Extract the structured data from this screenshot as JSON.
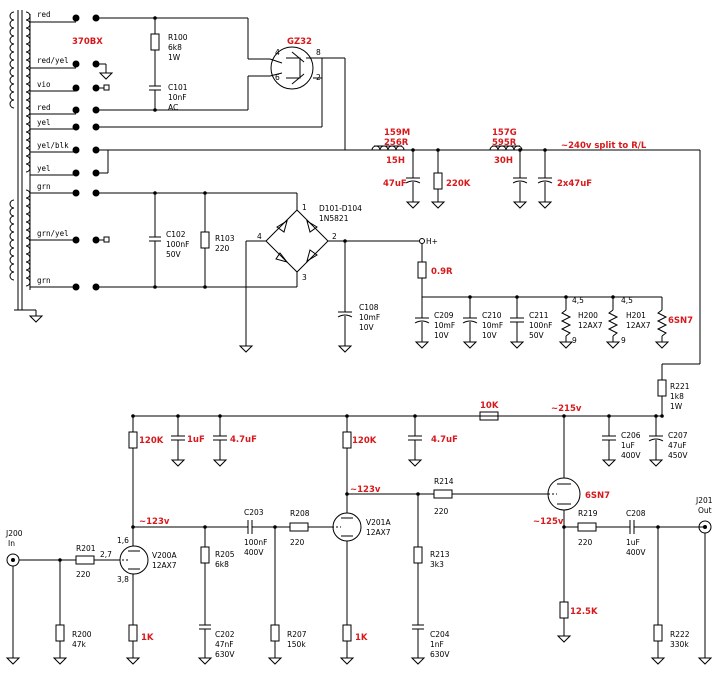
{
  "colors": {
    "annotation": "#d7191c",
    "wire": "#000000"
  },
  "transformer": {
    "name": "370BX",
    "taps": [
      "red",
      "red/yel",
      "vio",
      "red",
      "yel",
      "yel/blk",
      "yel",
      "grn",
      "grn/yel",
      "grn"
    ]
  },
  "rectifier_tube": {
    "name": "GZ32",
    "pins": [
      "4",
      "8",
      "6",
      "2"
    ]
  },
  "components": {
    "r100": {
      "ref": "R100",
      "v1": "6k8",
      "v2": "1W"
    },
    "c101": {
      "ref": "C101",
      "v1": "10nF",
      "v2": "AC"
    },
    "c102": {
      "ref": "C102",
      "v1": "100nF",
      "v2": "50V"
    },
    "r103": {
      "ref": "R103",
      "v1": "220"
    },
    "bridge": {
      "ref": "D101-D104",
      "v1": "1N5821",
      "p1": "1",
      "p2": "2",
      "p3": "3",
      "p4": "4"
    },
    "c108": {
      "ref": "C108",
      "v1": "10mF",
      "v2": "10V"
    },
    "c209": {
      "ref": "C209",
      "v1": "10mF",
      "v2": "10V"
    },
    "c210": {
      "ref": "C210",
      "v1": "10mF",
      "v2": "10V"
    },
    "c211": {
      "ref": "C211",
      "v1": "100nF",
      "v2": "50V"
    },
    "h200": {
      "ref": "H200",
      "v1": "12AX7",
      "top": "4,5",
      "bot": "9"
    },
    "h201": {
      "ref": "H201",
      "v1": "12AX7",
      "top": "4,5",
      "bot": "9"
    },
    "r221": {
      "ref": "R221",
      "v1": "1k8",
      "v2": "1W"
    },
    "c206": {
      "ref": "C206",
      "v1": "1uF",
      "v2": "400V"
    },
    "c207": {
      "ref": "C207",
      "v1": "47uF",
      "v2": "450V"
    },
    "j200": {
      "ref": "J200",
      "v1": "In"
    },
    "r201": {
      "ref": "R201",
      "v1": "220"
    },
    "r200": {
      "ref": "R200",
      "v1": "47k"
    },
    "v200": {
      "ref": "V200A",
      "v1": "12AX7",
      "pins_top": "1,6",
      "pins_grid": "2,7",
      "pins_bot": "3,8"
    },
    "c203": {
      "ref": "C203",
      "v1": "100nF",
      "v2": "400V"
    },
    "r205": {
      "ref": "R205",
      "v1": "6k8"
    },
    "c202": {
      "ref": "C202",
      "v1": "47nF",
      "v2": "630V"
    },
    "r208": {
      "ref": "R208",
      "v1": "220"
    },
    "r207": {
      "ref": "R207",
      "v1": "150k"
    },
    "v201": {
      "ref": "V201A",
      "v1": "12AX7"
    },
    "r214": {
      "ref": "R214",
      "v1": "220"
    },
    "r213": {
      "ref": "R213",
      "v1": "3k3"
    },
    "c204": {
      "ref": "C204",
      "v1": "1nF",
      "v2": "630V"
    },
    "r219": {
      "ref": "R219",
      "v1": "220"
    },
    "c208": {
      "ref": "C208",
      "v1": "1uF",
      "v2": "400V"
    },
    "r222": {
      "ref": "R222",
      "v1": "330k"
    },
    "j201": {
      "ref": "J201",
      "v1": "Out"
    },
    "hplus": {
      "label": "H+"
    }
  },
  "annotations": {
    "choke1": [
      "159M",
      "256R",
      "15H"
    ],
    "choke2": [
      "157G",
      "595R",
      "30H"
    ],
    "cap47": "47uF",
    "r220k": "220K",
    "cap2x47": "2x47uF",
    "split": "~240v  split to R/L",
    "r09": "0.9R",
    "sixsn7_heater": "6SN7",
    "r10k": "10K",
    "v215": "~215v",
    "r120k_a": "120K",
    "c1uf": "1uF",
    "c47_a": "4.7uF",
    "r120k_b": "120K",
    "c47_b": "4.7uF",
    "v123_a": "~123v",
    "v123_b": "~123v",
    "sixsn7_tube": "6SN7",
    "v125": "~125v",
    "r1k_a": "1K",
    "r1k_b": "1K",
    "r12k5": "12.5K"
  }
}
